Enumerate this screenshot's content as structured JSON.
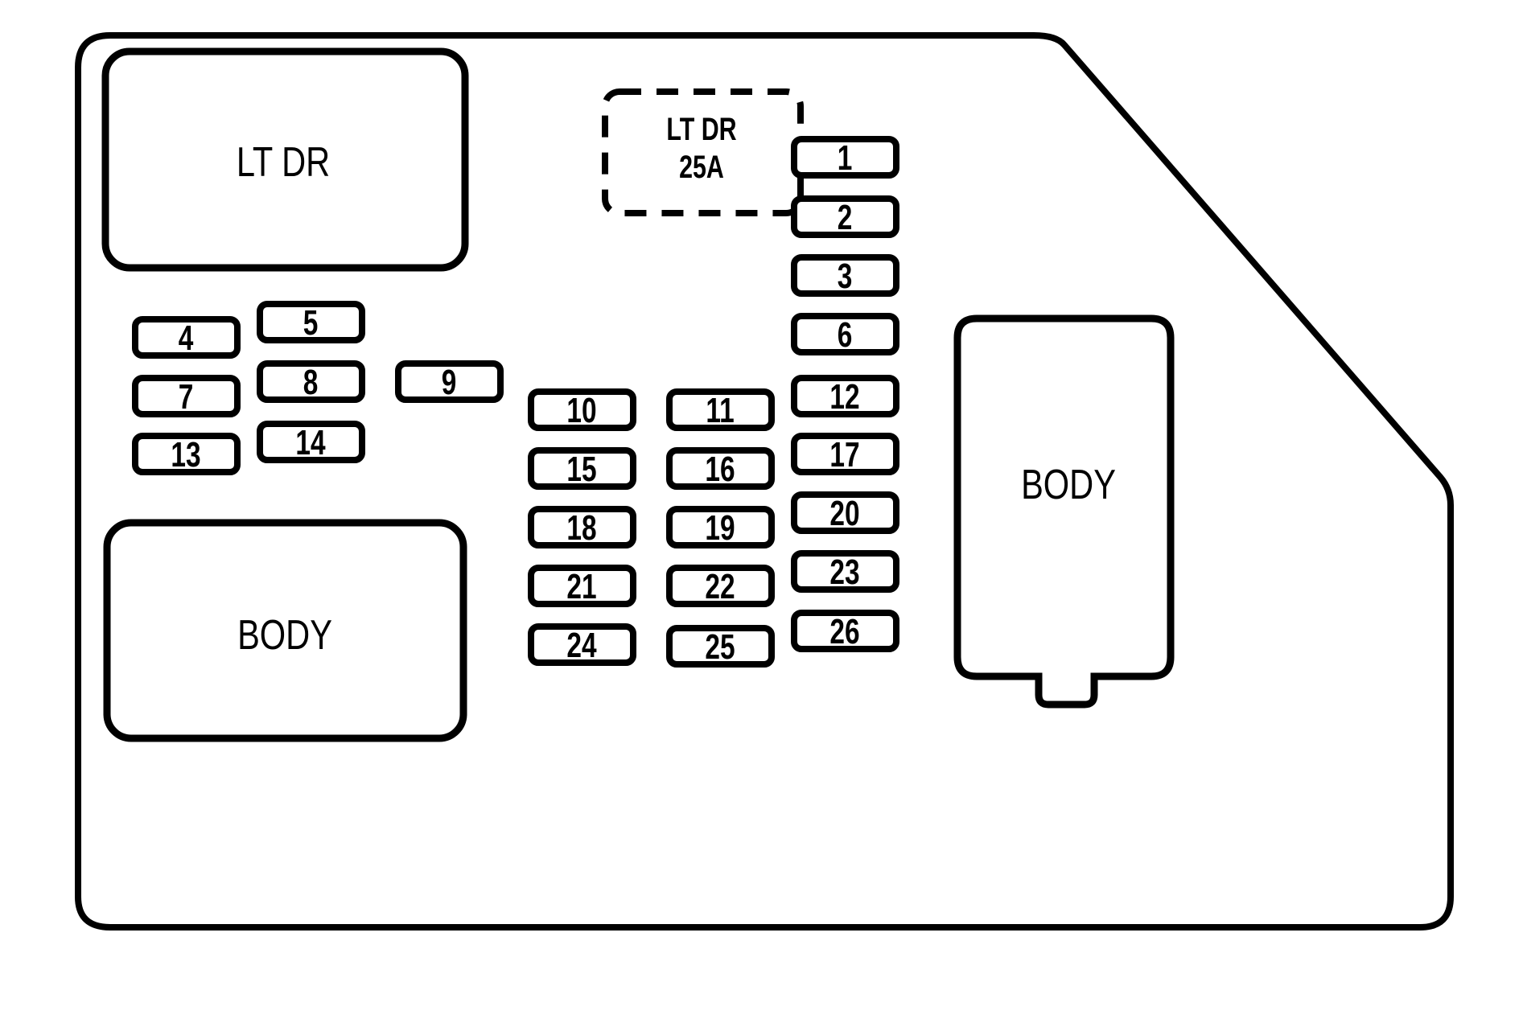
{
  "diagram": {
    "kind": "vehicle-fuse-box-diagram",
    "colors": {
      "line": "#000000",
      "background": "#ffffff"
    },
    "boxes": {
      "lt_dr": {
        "label": "LT DR"
      },
      "body_left": {
        "label": "BODY"
      },
      "body_right": {
        "label": "BODY"
      }
    },
    "dashed_fuse": {
      "line1": "LT DR",
      "line2": "25A"
    },
    "fuses": [
      {
        "label": "1"
      },
      {
        "label": "2"
      },
      {
        "label": "3"
      },
      {
        "label": "4"
      },
      {
        "label": "5"
      },
      {
        "label": "6"
      },
      {
        "label": "7"
      },
      {
        "label": "8"
      },
      {
        "label": "9"
      },
      {
        "label": "10"
      },
      {
        "label": "11"
      },
      {
        "label": "12"
      },
      {
        "label": "13"
      },
      {
        "label": "14"
      },
      {
        "label": "15"
      },
      {
        "label": "16"
      },
      {
        "label": "17"
      },
      {
        "label": "18"
      },
      {
        "label": "19"
      },
      {
        "label": "20"
      },
      {
        "label": "21"
      },
      {
        "label": "22"
      },
      {
        "label": "23"
      },
      {
        "label": "24"
      },
      {
        "label": "25"
      },
      {
        "label": "26"
      }
    ]
  }
}
